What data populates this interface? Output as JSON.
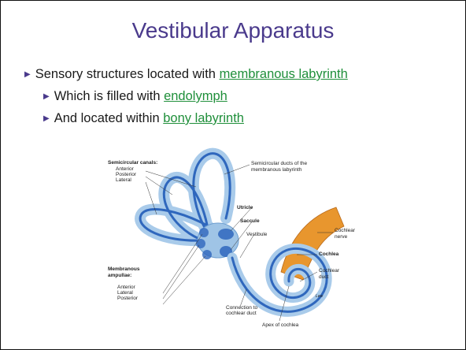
{
  "slide": {
    "title": "Vestibular Apparatus",
    "bullet1": {
      "text": "Sensory structures located with ",
      "link": "membranous labyrinth"
    },
    "bullet2": {
      "text": "Which is filled with ",
      "link": "endolymph"
    },
    "bullet3": {
      "text": "And located within ",
      "link": "bony labyrinth"
    }
  },
  "figure": {
    "semicircular_canals": "Semicircular canals:",
    "anterior": "Anterior",
    "posterior": "Posterior",
    "lateral": "Lateral",
    "semicircular_ducts": "Semicircular ducts of the",
    "membranous_labyrinth": "membranous labyrinth",
    "utricle": "Utricle",
    "saccule": "Saccule",
    "vestibule": "Vestibule",
    "cochlear_nerve_1": "Cochlear",
    "cochlear_nerve_2": "nerve",
    "cochlea": "Cochlea",
    "membranous_ampullae_1": "Membranous",
    "membranous_ampullae_2": "ampullae:",
    "amp_anterior": "Anterior",
    "amp_lateral": "Lateral",
    "amp_posterior": "Posterior",
    "cochlear_duct_1": "Cochlear",
    "cochlear_duct_2": "duct",
    "connection_1": "Connection to",
    "connection_2": "cochlear duct",
    "apex": "Apex of cochlea",
    "signature": "Lew"
  },
  "colors": {
    "title": "#4a3a8c",
    "link": "#1f8f3a",
    "bony": "#9fc4e6",
    "membranous": "#2e63b8",
    "nerve": "#e7962e"
  }
}
